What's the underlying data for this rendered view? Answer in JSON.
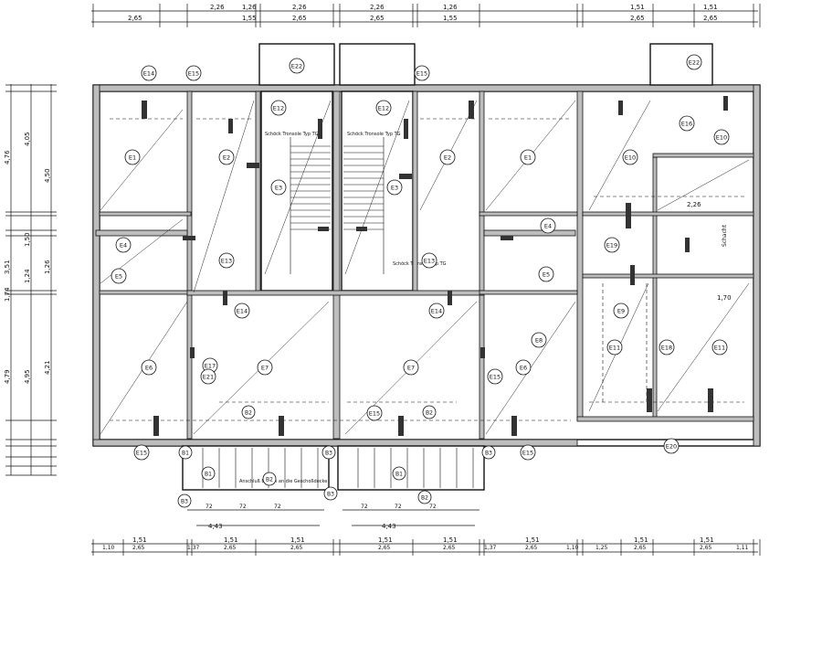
{
  "drawing": {
    "top_dims_row1": [
      "2,26",
      "1,26",
      "2,26",
      "2,26",
      "1,26",
      "1,51",
      "1,51"
    ],
    "top_dims_row2": [
      "2,65",
      "1,55",
      "2,65",
      "2,65",
      "1,55",
      "2,65",
      "2,65"
    ],
    "bottom_dims_row1": [
      "1,51",
      "1,51",
      "1,51",
      "1,51",
      "1,51",
      "1,51",
      "1,51",
      "1,51"
    ],
    "bottom_dims_row2": [
      "1,10",
      "2,65",
      "1,37",
      "2,65",
      "2,65",
      "2,65",
      "2,65",
      "1,37",
      "2,65",
      "1,10",
      "1,25",
      "2,65",
      "2,65",
      "1,11"
    ],
    "left_dims_outer": [
      "4,76",
      "3,51",
      "1,74",
      "4,79"
    ],
    "left_dims_inner": [
      "4,05",
      "1,50",
      "1,24",
      "4,95"
    ],
    "left_dims_col3": [
      "4,50",
      "1,26",
      "4,21"
    ],
    "span_label": "4,43",
    "stairs_label_left": "Schöck Tronsole Typ TG",
    "stairs_label_right": "Schöck Tronsole Typ TG",
    "fixing_label": "Schöck Tronsole Typ TG",
    "elements": [
      "E1",
      "E2",
      "E3",
      "E4",
      "E5",
      "E6",
      "E7",
      "E8",
      "E9",
      "E10",
      "E11",
      "E12",
      "E13",
      "E14",
      "E15",
      "E16",
      "E17",
      "E18",
      "E19",
      "E20",
      "E21",
      "E22"
    ],
    "balcony_tags": [
      "B1",
      "B2",
      "B3"
    ],
    "balcony_note": "Anschluß Balkon an die Geschoßdecke",
    "width_label": "2,26",
    "dim_170": "1,70",
    "schacht": "Schacht",
    "balcony_spacing": "72",
    "accent": "#111111",
    "fill": "#bdbdbd"
  }
}
